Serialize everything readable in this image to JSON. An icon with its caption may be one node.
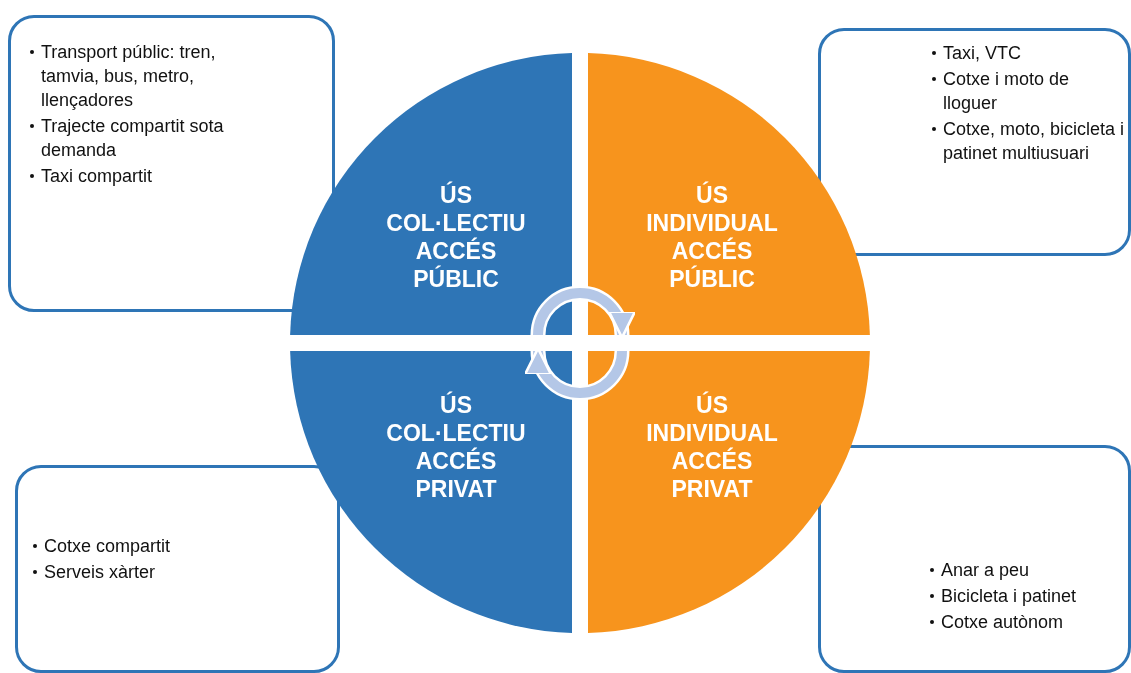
{
  "diagram": {
    "nodes": [
      {
        "text": [
          "ÚS COL·LECTIU ACCÉS PÚBLIC"
        ]
      },
      {
        "text": [
          "ÚS INDIVIDUAL ACCÉS PÚBLIC"
        ]
      },
      {
        "text": [
          "ÚS COL·LECTIU ACCÉS PRIVAT"
        ]
      },
      {
        "text": [
          "ÚS INDIVIDUAL ACCÉS PRIVAT"
        ]
      },
      {
        "text": [
          "Transport públic: tren, tamvia, bus, metro, llençadores",
          "Trajecte compartit sota demanda",
          "Taxi compartit"
        ]
      },
      {
        "text": [
          "Taxi, VTC",
          "Cotxe i moto de lloguer",
          "Cotxe, moto, bicicleta i patinet multiusuari"
        ]
      },
      {
        "text": [
          "Cotxe compartit",
          "Serveis xàrter"
        ]
      },
      {
        "text": [
          "Anar a peu",
          "Bicicleta i patinet",
          "Cotxe autònom"
        ]
      }
    ],
    "edges": [
      {
        "from": 0,
        "to": 1,
        "arrow": "to"
      },
      {
        "from": 3,
        "to": 2,
        "arrow": "to"
      }
    ]
  }
}
